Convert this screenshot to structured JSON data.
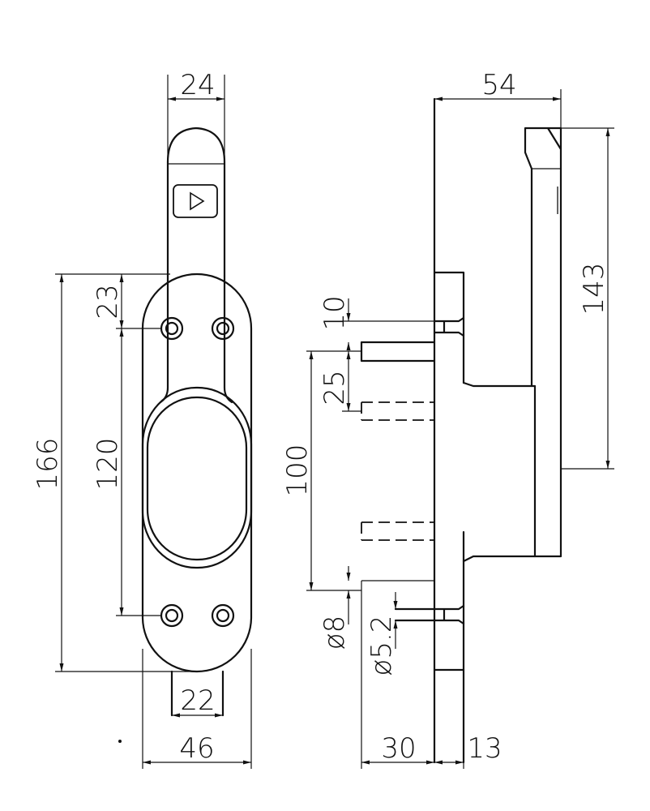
{
  "front_view": {
    "dimensions": {
      "handle_width": "24",
      "overall_length": "166",
      "top_offset": "23",
      "hole_spacing": "120",
      "bottom_width": "22",
      "base_width": "46"
    },
    "icon": "play-triangle-icon"
  },
  "side_view": {
    "dimensions": {
      "overall_depth": "54",
      "handle_length": "143",
      "spindle_offset": "10",
      "spindle_pitch": "25",
      "bolt_spacing": "100",
      "spindle_diameter": "ø8",
      "bolt_diameter": "ø5.2",
      "spindle_projection": "30",
      "plate_thickness": "13"
    }
  }
}
